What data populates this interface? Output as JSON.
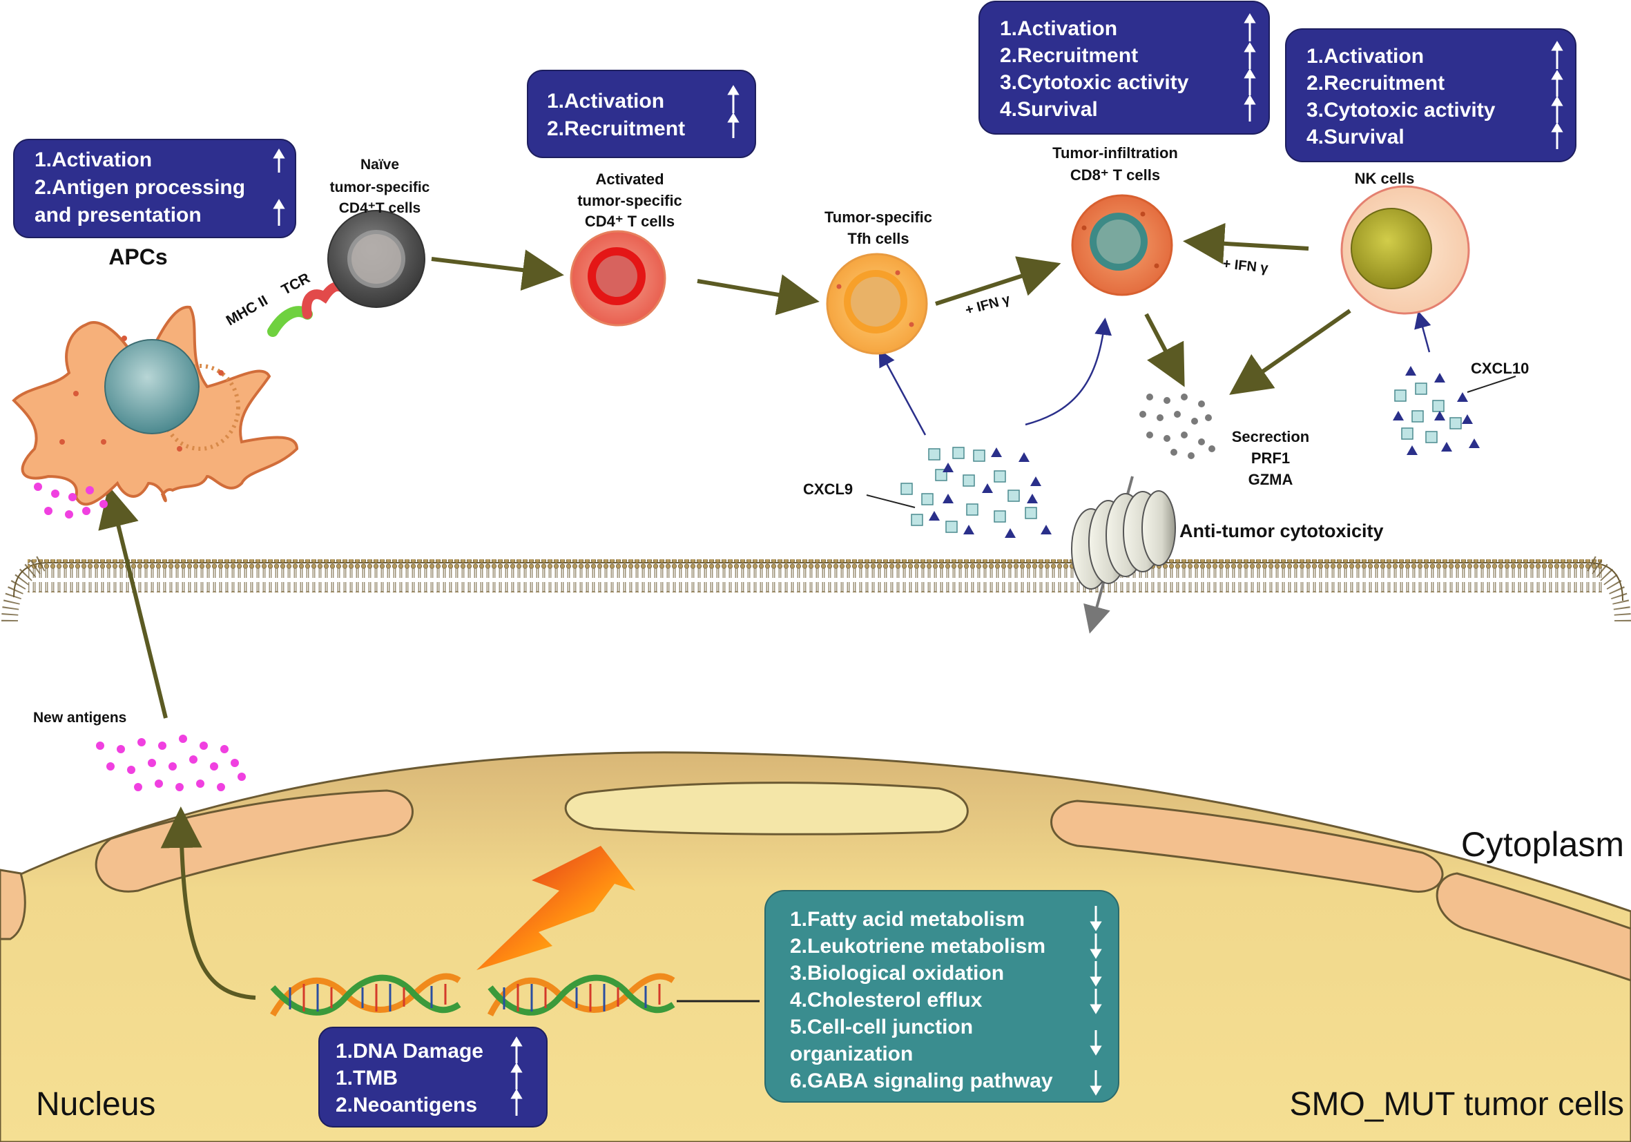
{
  "colors": {
    "box_blue": "#2e2f8e",
    "box_teal": "#3a8d8f",
    "arrow_olive": "#5b5a23",
    "nucleus_fill": "#f1d68a",
    "cell_orange": "#f6b07a"
  },
  "boxes": {
    "apc": {
      "l1": "1.Activation",
      "l2": "2.Antigen processing",
      "l3": "and presentation"
    },
    "cd4": {
      "l1": "1.Activation",
      "l2": "2.Recruitment"
    },
    "cd8": {
      "l1": "1.Activation",
      "l2": "2.Recruitment",
      "l3": "3.Cytotoxic activity",
      "l4": "4.Survival"
    },
    "nk": {
      "l1": "1.Activation",
      "l2": "2.Recruitment",
      "l3": "3.Cytotoxic activity",
      "l4": "4.Survival"
    },
    "dna": {
      "l1": "1.DNA Damage",
      "l2": "1.TMB",
      "l3": "2.Neoantigens"
    },
    "metab": {
      "l1": "1.Fatty acid metabolism",
      "l2": "2.Leukotriene metabolism",
      "l3": "3.Biological oxidation",
      "l4": "4.Cholesterol efflux",
      "l5": "5.Cell-cell junction",
      "l6": "organization",
      "l7": "6.GABA signaling pathway"
    }
  },
  "labels": {
    "apcs": "APCs",
    "mhcii": "MHC II",
    "tcr": "TCR",
    "naive_1": "Naïve",
    "naive_2": "tumor-specific",
    "naive_3": "CD4⁺T cells",
    "activated_1": "Activated",
    "activated_2": "tumor-specific",
    "activated_3": "CD4⁺ T cells",
    "tfh_1": "Tumor-specific",
    "tfh_2": "Tfh cells",
    "cd8_1": "Tumor-infiltration",
    "cd8_2": "CD8⁺ T cells",
    "nk": "NK cells",
    "ifn_tfh": "+ IFN γ",
    "ifn_nk": "+ IFN γ",
    "cxcl9": "CXCL9",
    "cxcl10": "CXCL10",
    "secretion": "Secrection",
    "prf1": "PRF1",
    "gzma": "GZMA",
    "anti_tumor": "Anti-tumor  cytotoxicity",
    "new_antigens": "New antigens",
    "cytoplasm": "Cytoplasm",
    "nucleus": "Nucleus",
    "smo_mut": "SMO_MUT  tumor cells"
  },
  "icons": {
    "up_arrow": "up-arrow-icon",
    "down_arrow": "down-arrow-icon",
    "lightning": "lightning-icon",
    "dna": "dna-helix-icon",
    "channel": "membrane-channel-icon"
  }
}
